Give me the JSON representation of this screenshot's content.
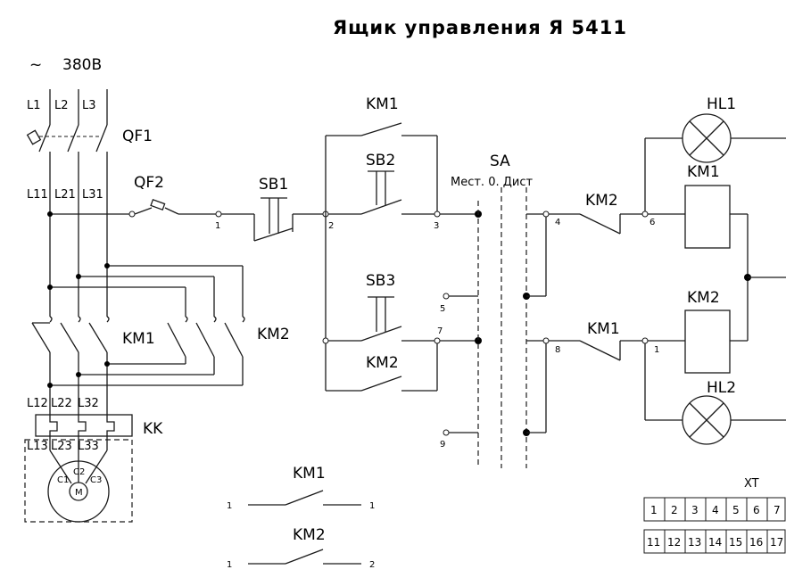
{
  "title": "Ящик управления Я 5411",
  "supply": {
    "symbol": "~",
    "voltage": "380В"
  },
  "phases": [
    "L1",
    "L2",
    "L3"
  ],
  "phases_after_qf1": [
    "L11",
    "L21",
    "L31"
  ],
  "phases_after_km": [
    "L12",
    "L22",
    "L32"
  ],
  "phases_motor": [
    "L13",
    "L23",
    "L33"
  ],
  "motor": {
    "label": "M",
    "windings": [
      "C1",
      "C2",
      "C3"
    ]
  },
  "devices": {
    "qf1": "QF1",
    "qf2": "QF2",
    "sb1": "SB1",
    "sb2": "SB2",
    "sb3": "SB3",
    "sa": "SA",
    "sa_modes": "Мест. 0. Дист",
    "km1": "KM1",
    "km2": "KM2",
    "kk": "KK",
    "hl1": "HL1",
    "hl2": "HL2"
  },
  "node_numbers": [
    "1",
    "2",
    "3",
    "4",
    "5",
    "6",
    "7",
    "8",
    "9",
    "1"
  ],
  "aux_contacts": [
    {
      "name": "KM1",
      "left": "1",
      "right": "1"
    },
    {
      "name": "KM2",
      "left": "1",
      "right": "2"
    }
  ],
  "terminal_block": {
    "name": "XT",
    "row1": [
      "1",
      "2",
      "3",
      "4",
      "5",
      "6",
      "7"
    ],
    "row2": [
      "11",
      "12",
      "13",
      "14",
      "15",
      "16",
      "17"
    ]
  }
}
